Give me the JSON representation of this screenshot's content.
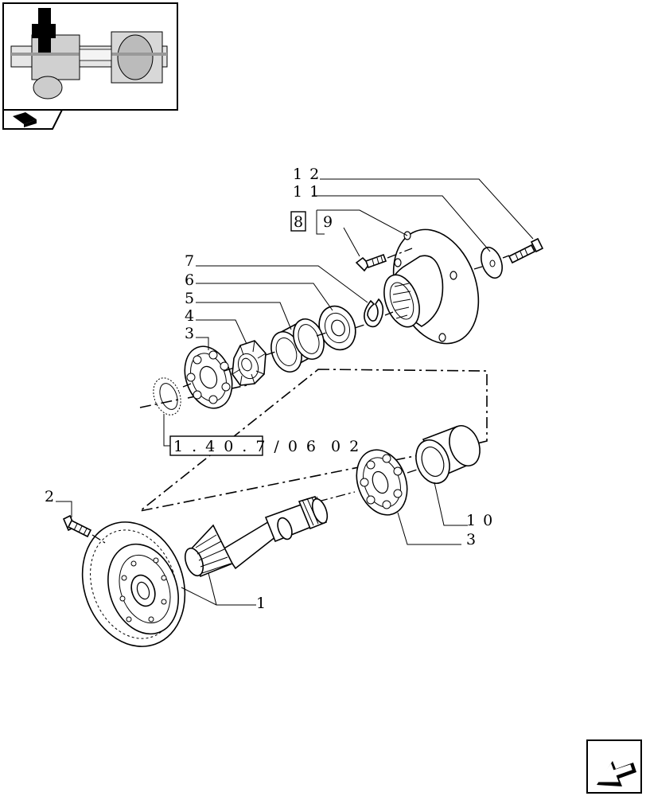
{
  "diagram": {
    "callouts": [
      {
        "id": "c1",
        "text": "1"
      },
      {
        "id": "c2",
        "text": "2"
      },
      {
        "id": "c3a",
        "text": "3"
      },
      {
        "id": "c3b",
        "text": "3"
      },
      {
        "id": "c4",
        "text": "4"
      },
      {
        "id": "c5",
        "text": "5"
      },
      {
        "id": "c6",
        "text": "6"
      },
      {
        "id": "c7",
        "text": "7"
      },
      {
        "id": "c8",
        "text": "8"
      },
      {
        "id": "c9",
        "text": "9"
      },
      {
        "id": "c10",
        "text": "10"
      },
      {
        "id": "c11",
        "text": "11"
      },
      {
        "id": "c12",
        "text": "12"
      }
    ],
    "reference": "1.40.7/06",
    "reference_suffix": "02"
  },
  "icons": {
    "thumbnail": "axle-assembly-thumbnail-icon",
    "book": "book-icon",
    "nav": "next-page-arrow-icon"
  }
}
